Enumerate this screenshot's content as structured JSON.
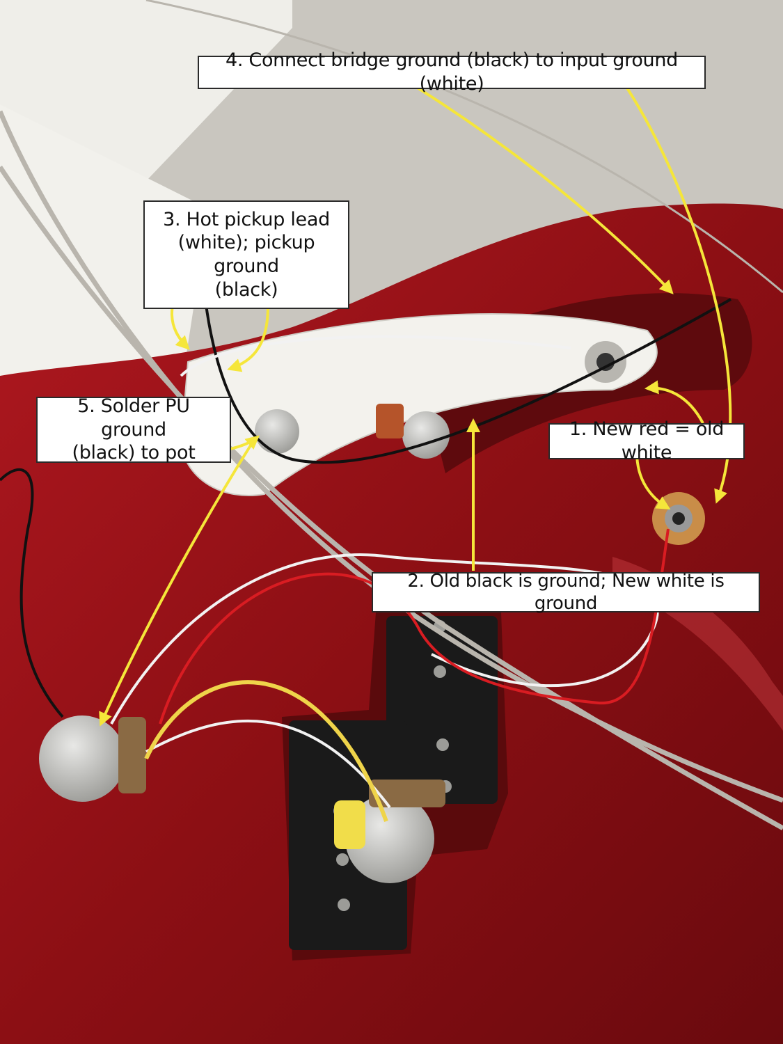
{
  "callouts": {
    "step4": "4. Connect bridge ground (black) to input ground (white)",
    "step3": {
      "line1": "3. Hot pickup lead",
      "line2": "(white); pickup ground",
      "line3": "(black)"
    },
    "step5": {
      "line1": "5. Solder PU ground",
      "line2": "(black) to pot"
    },
    "step1": "1. New red = old white",
    "step2": "2. Old black is ground; New white is ground"
  },
  "colors": {
    "guitar_body": "#8a0f12",
    "arrow": "#f5e63a",
    "towel": "#c9c6bf",
    "pickguard": "#f4f3ee"
  }
}
